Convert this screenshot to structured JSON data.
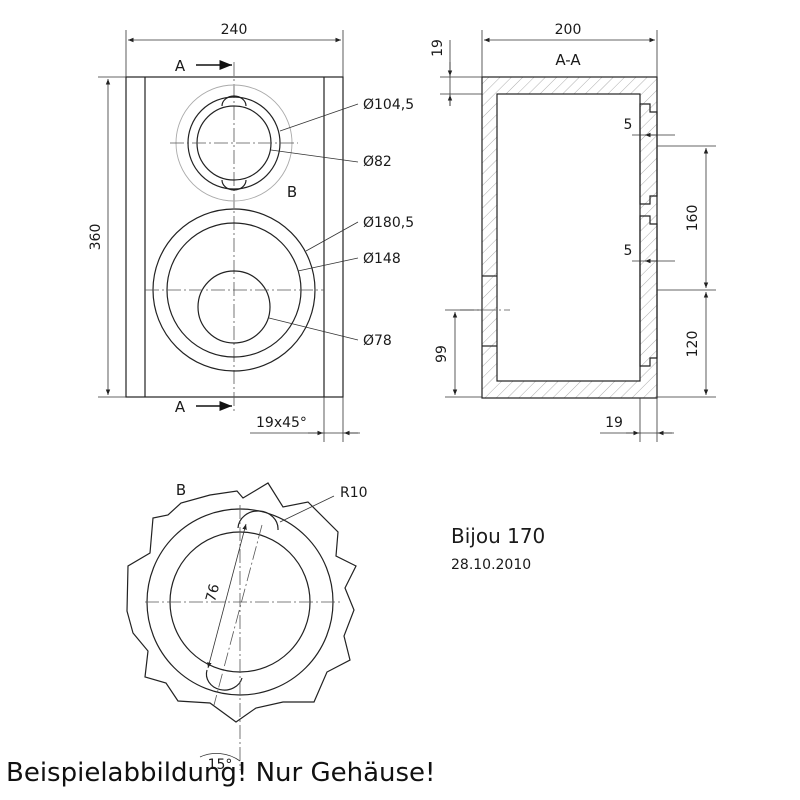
{
  "front_view": {
    "width_dim": "240",
    "height_dim": "360",
    "section_label_top": "A",
    "section_label_bottom": "A",
    "detail_label": "B",
    "chamfer_dim": "19x45°",
    "tweeter_outer_dia": "Ø104,5",
    "tweeter_inner_dia": "Ø82",
    "woofer_outer_dia": "Ø180,5",
    "woofer_inner_dia": "Ø148",
    "port_dia": "Ø78"
  },
  "section_view": {
    "title": "A-A",
    "width_dim": "200",
    "top_thickness_dim": "19",
    "rebate_dim_1": "5",
    "rebate_dim_2": "5",
    "tweeter_spacing_dim": "160",
    "woofer_height_dim": "120",
    "brace_height_dim": "99",
    "front_thickness_dim": "19"
  },
  "detail_view": {
    "label": "B",
    "radius_dim": "R10",
    "slot_length_dim": "76",
    "angle_dim": "15°"
  },
  "title_block": {
    "name": "Bijou 170",
    "date": "28.10.2010"
  },
  "caption": "Beispielabbildung! Nur Gehäuse!"
}
